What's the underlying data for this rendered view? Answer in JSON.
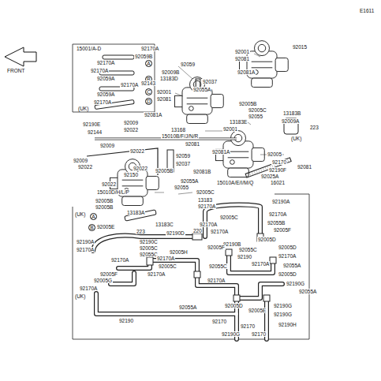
{
  "diagram": {
    "labels": [
      "E1611",
      "FRONT",
      "15001/A-D",
      "92170A",
      "92059B",
      "92170A",
      "A",
      "92170A",
      "92059A",
      "B",
      "92170A",
      "C",
      "92059A",
      "D",
      "92170A",
      "(UK)",
      "92059",
      "92001",
      "92081",
      "92015",
      "92009B",
      "13183D",
      "92081A",
      "92143",
      "92037",
      "92055A",
      "92001",
      "92081",
      "92005B",
      "92005C",
      "92055",
      "92081A",
      "13183E",
      "13183B",
      "92009A",
      "223",
      "(UK)",
      "92190E",
      "92009",
      "92022",
      "13168",
      "92144",
      "92001",
      "15010B/F/J/N/R",
      "92081",
      "92009",
      "92022",
      "92081A",
      "92005",
      "92009",
      "92022",
      "92059",
      "92037",
      "92022",
      "92150",
      "92005B",
      "92081B",
      "92170",
      "92081",
      "92190F",
      "92025A",
      "16021",
      "92022",
      "92055A",
      "92055",
      "15010A/E/I/M/Q",
      "15010D/H/L/P",
      "92005C",
      "13183",
      "92005B",
      "92005B",
      "92170A",
      "92190A",
      "(UK)",
      "A",
      "13183A",
      "92005C",
      "92170A",
      "13183C",
      "B",
      "92005E",
      "92170A",
      "92055B",
      "223",
      "220",
      "92190D",
      "92170A",
      "92005F",
      "92190B",
      "92055C",
      "92005D",
      "92190A",
      "92190C",
      "92170A",
      "92005C",
      "92055C",
      "92005F",
      "92005D",
      "92190",
      "92170A",
      "92170A",
      "92005H",
      "92170A",
      "92170A",
      "92055A",
      "92005C",
      "92055C",
      "92170A",
      "92005F",
      "92170A",
      "92005D",
      "92005G",
      "(UK)",
      "92190G",
      "92170A",
      "92055A",
      "92005D",
      "92055A",
      "92190G",
      "92170",
      "92005E",
      "92190",
      "92190G",
      "92170",
      "92190H",
      "92170",
      "92190G"
    ]
  }
}
